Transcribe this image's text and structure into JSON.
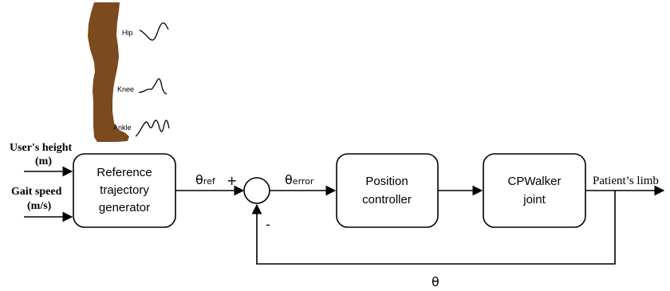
{
  "leg": {
    "joints": [
      "Hip",
      "Knee",
      "Ankle"
    ],
    "skin_color": "#7b4a1e"
  },
  "inputs": {
    "height": {
      "line1": "User's height",
      "line2": "(m)"
    },
    "speed": {
      "line1": "Gait speed",
      "line2": "(m/s)"
    }
  },
  "blocks": {
    "generator": [
      "Reference",
      "trajectory",
      "generator"
    ],
    "controller": [
      "Position",
      "controller"
    ],
    "joint": [
      "CPWalker",
      "joint"
    ]
  },
  "signals": {
    "theta_symbol": "θ",
    "ref_sub": "ref",
    "error_sub": "error",
    "plus": "+",
    "minus": "-",
    "output": "Patient’s limb",
    "feedback": "θ"
  }
}
